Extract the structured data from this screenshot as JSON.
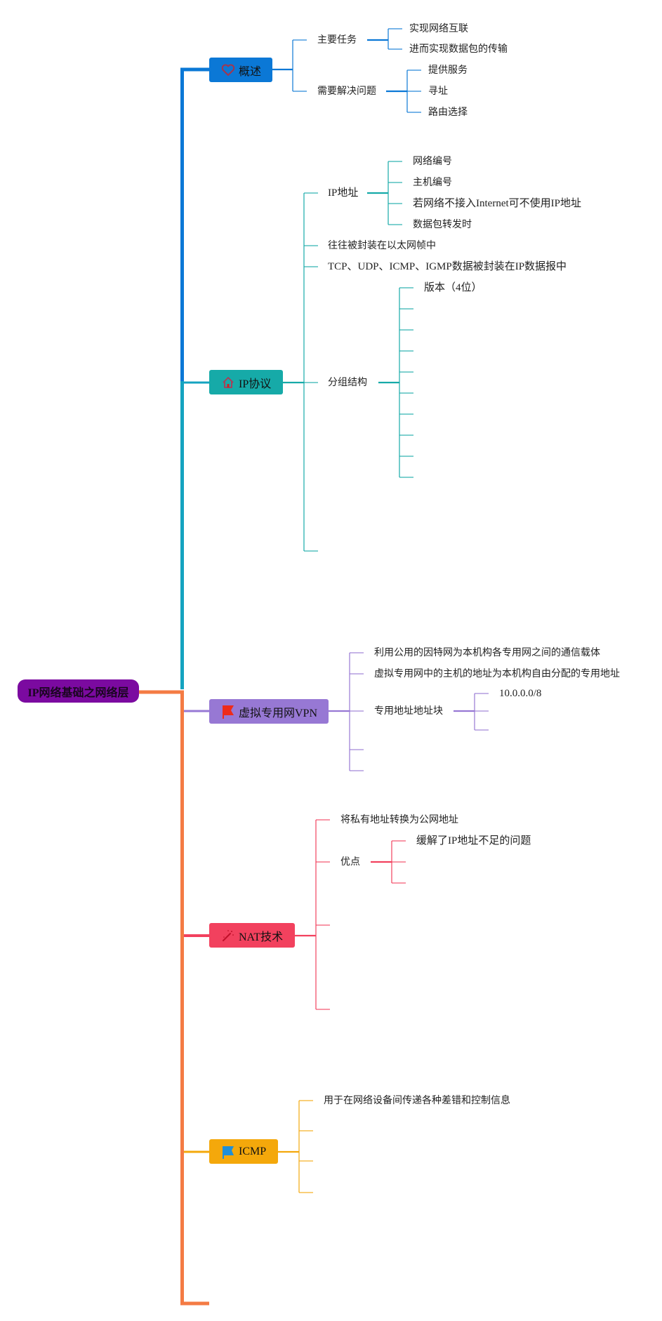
{
  "root": {
    "label": "IP网络基础之网络层",
    "color": "#7b0aa0"
  },
  "colors": {
    "trunk_top": "#0b78d6",
    "trunk_mid": "#14a3c0",
    "trunk_bottom": "#f47b44",
    "overview": "#0b78d6",
    "ip": "#16aaa8",
    "vpn": "#9778d4",
    "nat": "#f2415e",
    "icmp": "#f4a80b"
  },
  "topics": [
    {
      "id": "overview",
      "label": "概述",
      "icon": "heart-icon",
      "children": [
        {
          "label": "主要任务",
          "children": [
            "实现网络互联",
            "进而实现数据包的传输"
          ]
        },
        {
          "label": "需要解决问题",
          "children": [
            "提供服务",
            "寻址",
            "路由选择"
          ]
        }
      ]
    },
    {
      "id": "ip",
      "label": "IP协议",
      "icon": "house-icon",
      "children": [
        {
          "label": "IP地址",
          "children": [
            "网络编号",
            "主机编号",
            "若网络不接入Internet可不使用IP地址",
            "数据包转发时"
          ]
        },
        {
          "label": "往往被封装在以太网帧中"
        },
        {
          "label": "TCP、UDP、ICMP、IGMP数据被封装在IP数据报中"
        },
        {
          "label": "分组结构",
          "children": [
            "版本（4位）",
            "",
            "",
            "",
            "",
            "",
            "",
            "",
            "",
            ""
          ]
        },
        {
          "label": ""
        }
      ]
    },
    {
      "id": "vpn",
      "label": "虚拟专用网VPN",
      "icon": "red-flag-icon",
      "children": [
        {
          "label": "利用公用的因特网为本机构各专用网之间的通信载体"
        },
        {
          "label": "虚拟专用网中的主机的地址为本机构自由分配的专用地址"
        },
        {
          "label": "专用地址地址块",
          "children": [
            "10.0.0.0/8",
            "",
            ""
          ]
        },
        {
          "label": ""
        },
        {
          "label": ""
        }
      ]
    },
    {
      "id": "nat",
      "label": "NAT技术",
      "icon": "magic-wand-icon",
      "children": [
        {
          "label": "将私有地址转换为公网地址"
        },
        {
          "label": "优点",
          "children": [
            "缓解了IP地址不足的问题",
            "",
            ""
          ]
        },
        {
          "label": ""
        },
        {
          "label": ""
        }
      ]
    },
    {
      "id": "icmp",
      "label": "ICMP",
      "icon": "blue-flag-icon",
      "children": [
        {
          "label": "用于在网络设备间传递各种差错和控制信息"
        },
        {
          "label": ""
        },
        {
          "label": ""
        },
        {
          "label": ""
        }
      ]
    }
  ]
}
